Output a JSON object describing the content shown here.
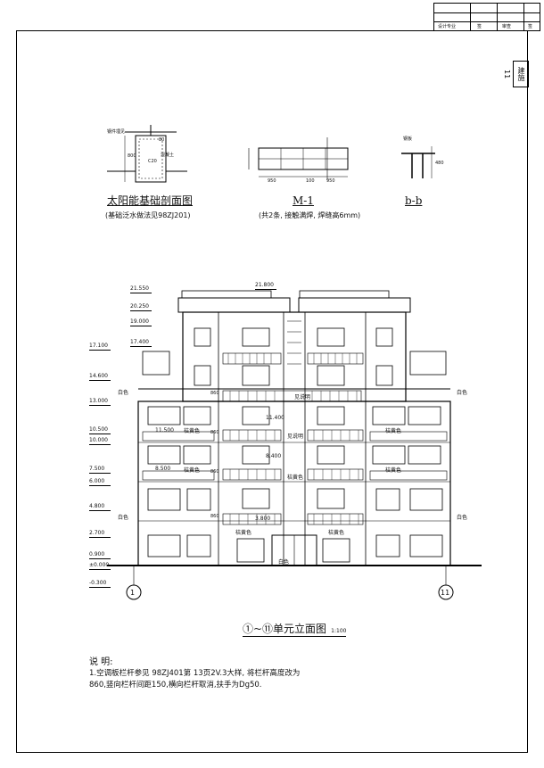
{
  "title_block": {
    "cells": [
      "设计专业",
      "签",
      "审查",
      "签"
    ]
  },
  "side_tag": "建施 11",
  "details": {
    "foundation": {
      "title": "太阳能基础剖面图",
      "subtitle": "(基础泛水做法见98ZJ201)",
      "labels": [
        "钢件埋见",
        "80",
        "混凝土",
        "C20",
        "800"
      ]
    },
    "m1": {
      "title": "M-1",
      "subtitle": "(共2条, 接触满焊, 焊缝高6mm)",
      "dims": [
        "950",
        "100",
        "950"
      ]
    },
    "bb": {
      "title": "b-b",
      "labels": [
        "钢板",
        "480"
      ]
    }
  },
  "elevation": {
    "title": "①~⑪单元立面图",
    "scale": "1:100",
    "axis_left": "1",
    "axis_right": "11",
    "levels_left": [
      "21.550",
      "20.250",
      "19.000",
      "17.100",
      "17.400",
      "14.600",
      "13.000",
      "10.500",
      "10.000",
      "7.500",
      "6.000",
      "4.800",
      "2.700",
      "0.900",
      "±0.000",
      "-0.300"
    ],
    "top_level": "21.800",
    "inner_levels": [
      "11.400",
      "11.500",
      "8.400",
      "8.500",
      "3.800"
    ],
    "material_labels": [
      "白色",
      "白色",
      "白色",
      "白色",
      "白色",
      "桔黄色",
      "桔黄色",
      "桔黄色",
      "桔黄色",
      "桔黄色",
      "桔黄色",
      "桔黄色",
      "见说明",
      "见说明"
    ],
    "balcony_dims": [
      "860",
      "860",
      "860",
      "860"
    ]
  },
  "notes": {
    "heading": "说 明:",
    "lines": [
      "1.空调板栏杆参见 98ZJ401第 13页2V.3大样, 将栏杆高度改为",
      "  860,竖向栏杆间距150,横向栏杆取消,扶手为Dg50."
    ]
  }
}
